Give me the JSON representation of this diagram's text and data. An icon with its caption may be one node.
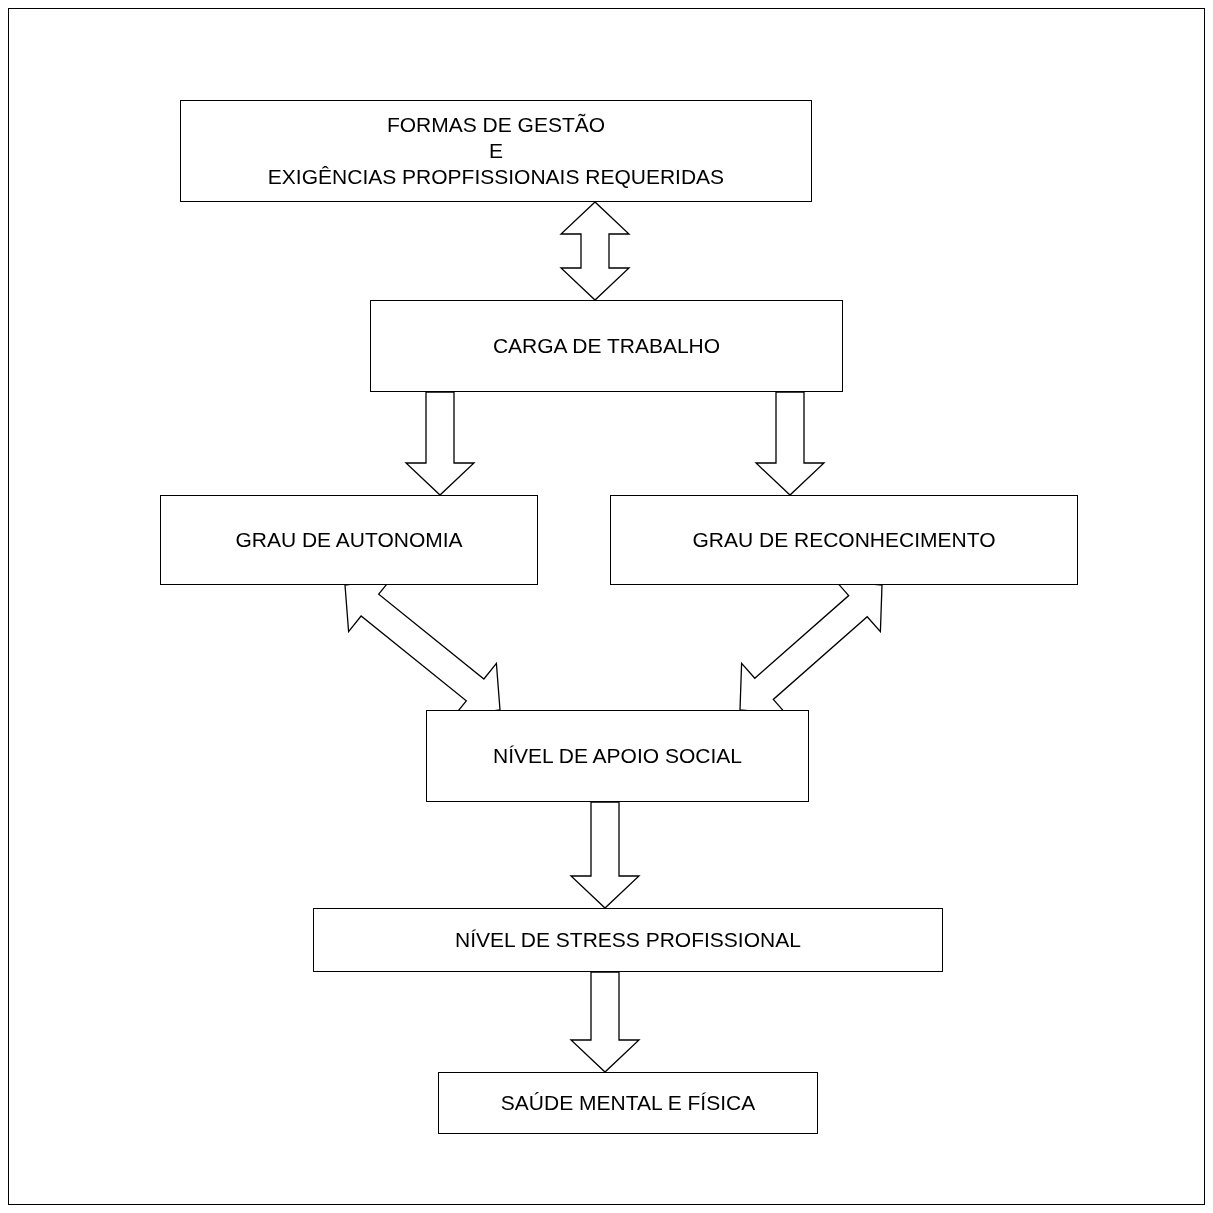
{
  "diagram": {
    "nodes": [
      {
        "text": [
          "FORMAS DE GESTÃO",
          "E",
          "EXIGÊNCIAS PROPFISSIONAIS REQUERIDAS"
        ]
      },
      {
        "text": [
          "CARGA DE TRABALHO"
        ]
      },
      {
        "text": [
          "GRAU DE AUTONOMIA"
        ]
      },
      {
        "text": [
          "GRAU DE RECONHECIMENTO"
        ]
      },
      {
        "text": [
          "NÍVEL DE APOIO SOCIAL"
        ]
      },
      {
        "text": [
          "NÍVEL DE STRESS PROFISSIONAL"
        ]
      },
      {
        "text": [
          "SAÚDE MENTAL E FÍSICA"
        ]
      }
    ],
    "edges": [
      {
        "from": 0,
        "to": 1,
        "arrow": "both"
      },
      {
        "from": 1,
        "to": 2,
        "arrow": "to"
      },
      {
        "from": 1,
        "to": 3,
        "arrow": "to"
      },
      {
        "from": 2,
        "to": 4,
        "arrow": "both"
      },
      {
        "from": 3,
        "to": 4,
        "arrow": "both"
      },
      {
        "from": 4,
        "to": 5,
        "arrow": "to"
      },
      {
        "from": 5,
        "to": 6,
        "arrow": "to"
      }
    ]
  }
}
